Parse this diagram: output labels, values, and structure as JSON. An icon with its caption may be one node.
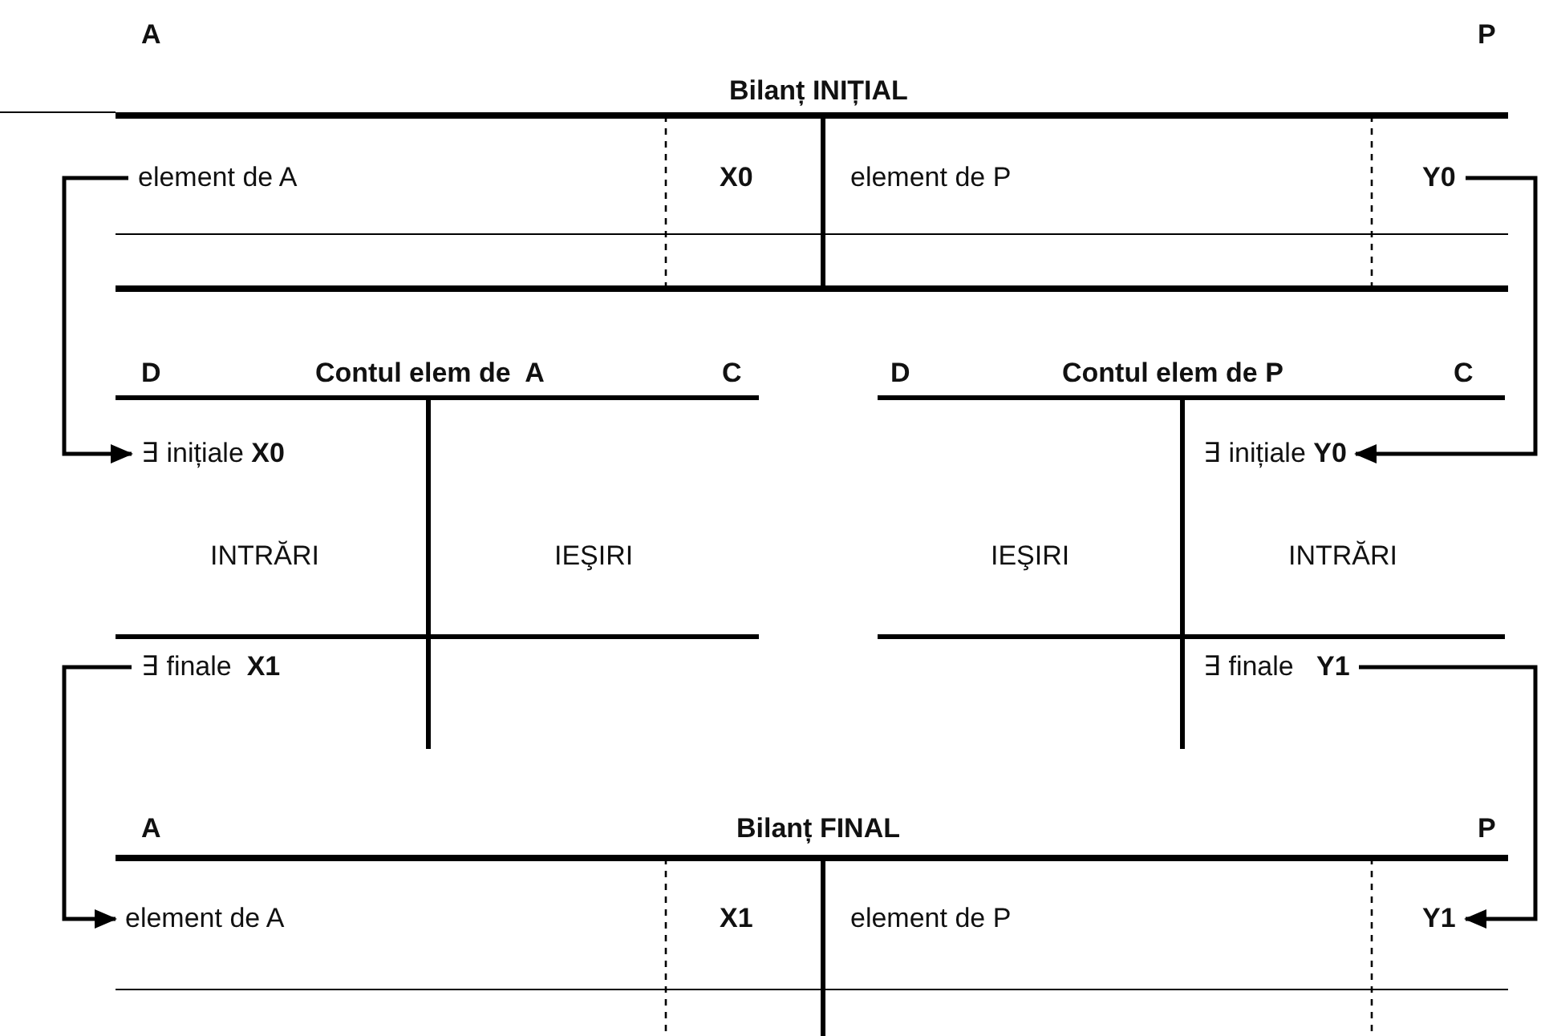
{
  "diagram": {
    "nodes": [
      {
        "text": [
          "element de A"
        ]
      },
      {
        "text": [
          "X0"
        ]
      },
      {
        "text": [
          "element de P"
        ]
      },
      {
        "text": [
          "Y0"
        ]
      },
      {
        "text": [
          "∃ inițiale **X0**"
        ]
      },
      {
        "text": [
          "∃ inițiale **Y0**"
        ]
      },
      {
        "text": [
          "∃ finale  **X1**"
        ]
      },
      {
        "text": [
          "∃ finale   **Y1**"
        ]
      },
      {
        "text": [
          "element de A"
        ]
      },
      {
        "text": [
          "X1"
        ]
      },
      {
        "text": [
          "element de P"
        ]
      },
      {
        "text": [
          "Y1"
        ]
      }
    ],
    "edges": [
      {
        "from": 0,
        "to": 4,
        "arrow": "to"
      },
      {
        "from": 3,
        "to": 5,
        "arrow": "to"
      },
      {
        "from": 6,
        "to": 8,
        "arrow": "to"
      },
      {
        "from": 7,
        "to": 11,
        "arrow": "to"
      }
    ],
    "labels": [
      "A",
      "P",
      "Bilanț INIȚIAL",
      "D",
      "Contul elem de  A",
      "C",
      "INTRĂRI",
      "IEŞIRI",
      "D",
      "Contul elem de P",
      "C",
      "IEŞIRI",
      "INTRĂRI",
      "A",
      "Bilanț FINAL",
      "P"
    ]
  }
}
